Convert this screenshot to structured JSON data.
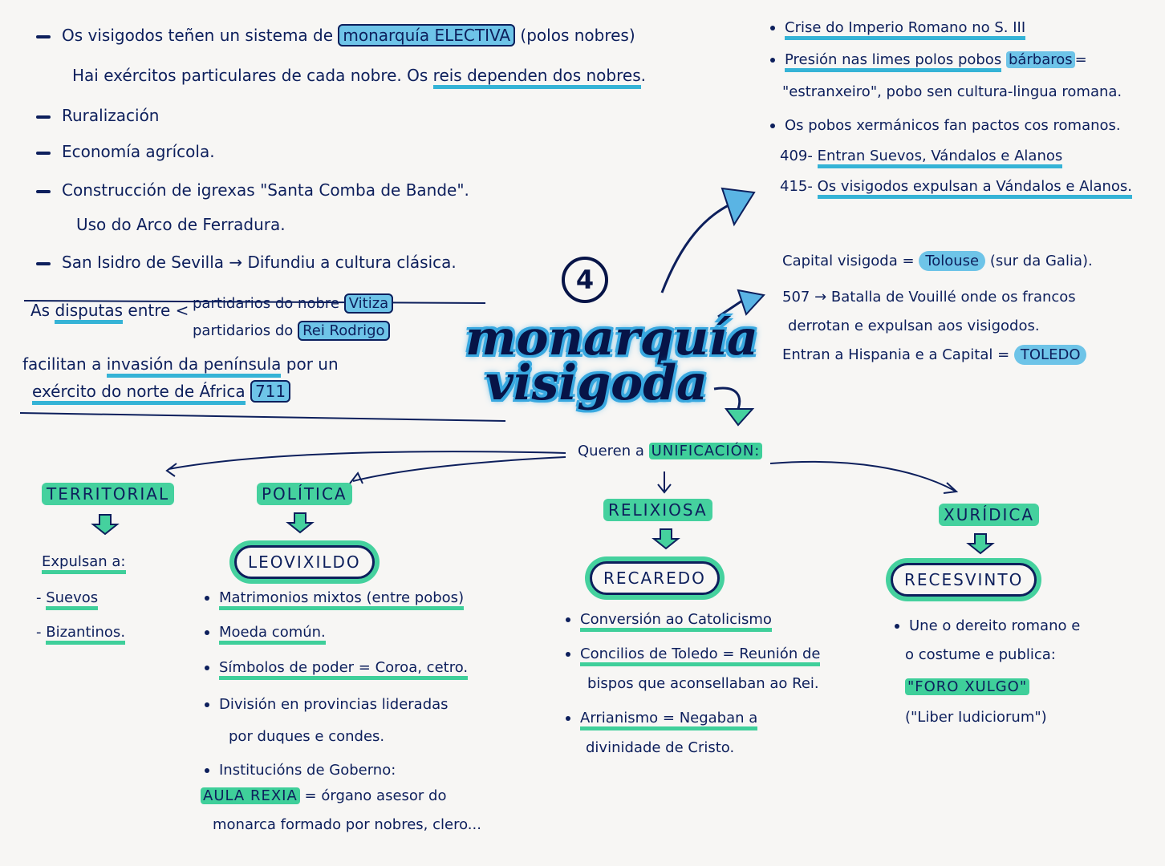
{
  "number": "4",
  "title": {
    "line1": "monarquía",
    "line2": "visigoda"
  },
  "top_left": {
    "l1": "Os visigodos teñen un sistema de",
    "l1_hl": "monarquía ELECTIVA",
    "l1_tail": "(polos nobres)",
    "l2a": "Hai exércitos particulares de cada nobre. Os",
    "l2_hl": "reis dependen dos nobres",
    "l2_tail": ".",
    "l3": "Ruralización",
    "l4": "Economía agrícola.",
    "l5": "Construcción de igrexas \"Santa Comba de Bande\".",
    "l6": "Uso do Arco de Ferradura.",
    "l7": "San Isidro de Sevilla → Difundiu a cultura clásica."
  },
  "disputes": {
    "l1a": "As",
    "l1_hl": "disputas",
    "l1b": "entre",
    "p1": "partidarios do nobre",
    "p1_box": "Vitiza",
    "p2": "partidarios do",
    "p2_box": "Rei Rodrigo",
    "l3a": "facilitan a",
    "l3_hl": "invasión da península",
    "l3b": "por un",
    "l4_hl": "exército do norte de África",
    "l4_box": "711"
  },
  "top_right": {
    "r1": "Crise do Imperio Romano no S. III",
    "r2a": "Presión nas limes polos pobos",
    "r2_hl": "bárbaros",
    "r2b": "=",
    "r3": "\"estranxeiro\", pobo sen cultura-lingua romana.",
    "r4": "Os pobos xermánicos fan pactos cos romanos.",
    "r5_num": "409-",
    "r5": "Entran Suevos, Vándalos e Alanos",
    "r6_num": "415-",
    "r6": "Os visigodos expulsan a Vándalos e Alanos."
  },
  "capital": {
    "c1a": "Capital visigoda =",
    "c1_hl": "Tolouse",
    "c1b": "(sur da Galia).",
    "c2": "507 → Batalla de Vouillé onde os francos",
    "c3": "derrotan e expulsan aos visigodos.",
    "c4a": "Entran a Hispania e a Capital =",
    "c4_hl": "TOLEDO"
  },
  "unification": {
    "a": "Queren a",
    "b": "UNIFICACIÓN:"
  },
  "branches": {
    "territorial": {
      "label": "TERRITORIAL",
      "intro": "Expulsan a:",
      "items": [
        "Suevos",
        "Bizantinos."
      ]
    },
    "politica": {
      "label": "POLÍTICA",
      "leader": "LEOVIXILDO",
      "items": [
        "Matrimonios mixtos (entre pobos)",
        "Moeda común.",
        "Símbolos de poder = Coroa, cetro.",
        "División en provincias lideradas",
        "por duques e condes.",
        "Institucións de Goberno:"
      ],
      "aula": "AULA REXIA",
      "aula_desc1": "= órgano asesor do",
      "aula_desc2": "monarca formado por nobres, clero..."
    },
    "relixiosa": {
      "label": "RELIXIOSA",
      "leader": "RECAREDO",
      "items": [
        "Conversión ao Catolicismo",
        "Concilios de Toledo = Reunión de",
        "bispos que aconsellaban ao Rei.",
        "Arrianismo = Negaban a",
        "divinidade de Cristo."
      ]
    },
    "xuridica": {
      "label": "XURÍDICA",
      "leader": "RECESVINTO",
      "items": [
        "Une o dereito romano e",
        "o costume e publica:"
      ],
      "law": "\"FORO XULGO\"",
      "law2": "(\"Liber Iudiciorum\")"
    }
  },
  "colors": {
    "ink": "#0d1f5c",
    "blue": "#6ec4e8",
    "green": "#45d19e",
    "title_glow": "#3aa9e0"
  }
}
